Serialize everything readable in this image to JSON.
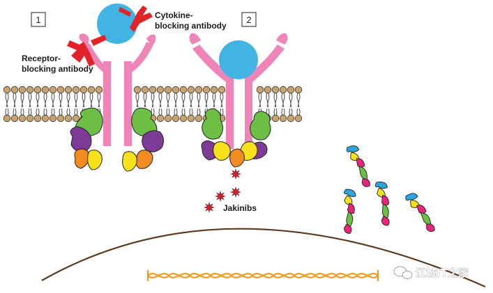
{
  "panels": {
    "panel1_number": "1",
    "panel2_number": "2"
  },
  "labels": {
    "cytokine_line1": "Cytokine-",
    "cytokine_line2": "blocking antibody",
    "receptor_line1": "Receptor-",
    "receptor_line2": "blocking antibody",
    "jakinibs": "Jakinibs"
  },
  "watermark": "江城IT之家",
  "colors": {
    "receptor_pink": "#ef84b8",
    "cytokine_blue": "#42b4e4",
    "antibody_red": "#e3232a",
    "jak_green": "#6dbe45",
    "jak_purple": "#7d3b96",
    "jak_orange": "#f28b20",
    "jak_yellow": "#f7e11a",
    "lipid_head": "#c9a36e",
    "dna_orange": "#f39a1f",
    "nucleus_line": "#5a3a20",
    "phospho_red": "#d6232a"
  },
  "icons": {
    "antibody": "y-shaped-antibody-icon",
    "phosphate": "starburst-icon",
    "watermark_logo": "wechat-icon"
  }
}
